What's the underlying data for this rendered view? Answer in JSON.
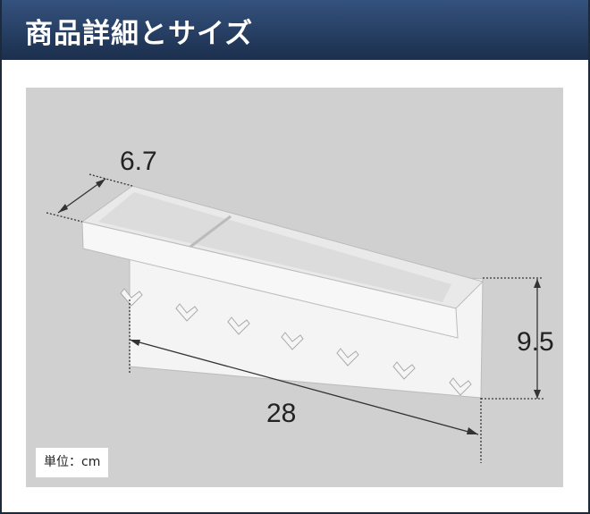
{
  "header": {
    "title": "商品詳細とサイズ"
  },
  "dimensions": {
    "depth": "6.7",
    "height": "9.5",
    "width": "28"
  },
  "unit_label": "単位：cm"
}
